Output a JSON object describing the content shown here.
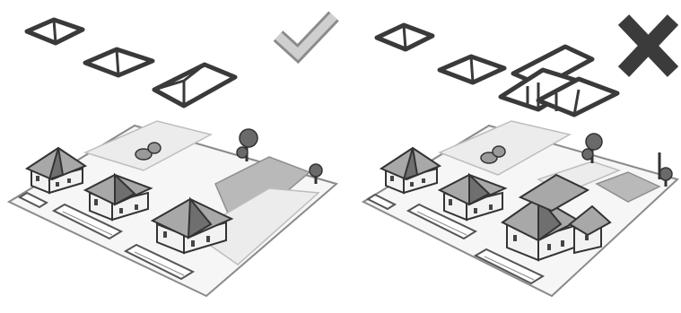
{
  "panels": [
    {
      "id": "left",
      "verdict": "correct",
      "verdict_icon": "checkmark-icon",
      "verdict_color": "#c8c8c8"
    },
    {
      "id": "right",
      "verdict": "incorrect",
      "verdict_icon": "x-icon",
      "verdict_color": "#3b3b3b"
    }
  ],
  "colors": {
    "outline": "#3a3a3a",
    "roof": "#a8a8a8",
    "pad": "#ececec",
    "ground": "#f6f6f6"
  }
}
